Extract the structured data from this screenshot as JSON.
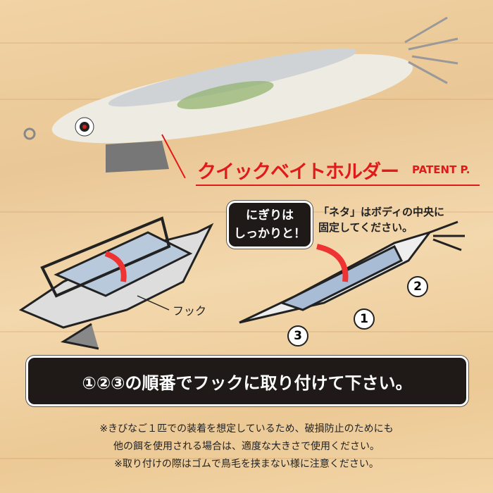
{
  "feature": {
    "title": "クイックベイトホルダー",
    "patent": "PATENT P."
  },
  "diagram": {
    "bubble": [
      "にぎりは",
      "しっかりと！"
    ],
    "note": [
      "「ネタ」はボディの中央に",
      "固定してください。"
    ],
    "hook_label": "フック",
    "steps": [
      "1",
      "2",
      "3"
    ]
  },
  "banner": "①②③の順番でフックに取り付けて下さい。",
  "notes": [
    "※きびなご１匹での装着を想定しているため、破損防止のためにも",
    "他の餌を使用される場合は、適度な大きさで使用ください。",
    "※取り付けの際はゴムで鳥毛を挟まない様に注意ください。"
  ],
  "colors": {
    "accent": "#e01a1a",
    "banner": "#1f1a18",
    "wood": "#eac796"
  }
}
